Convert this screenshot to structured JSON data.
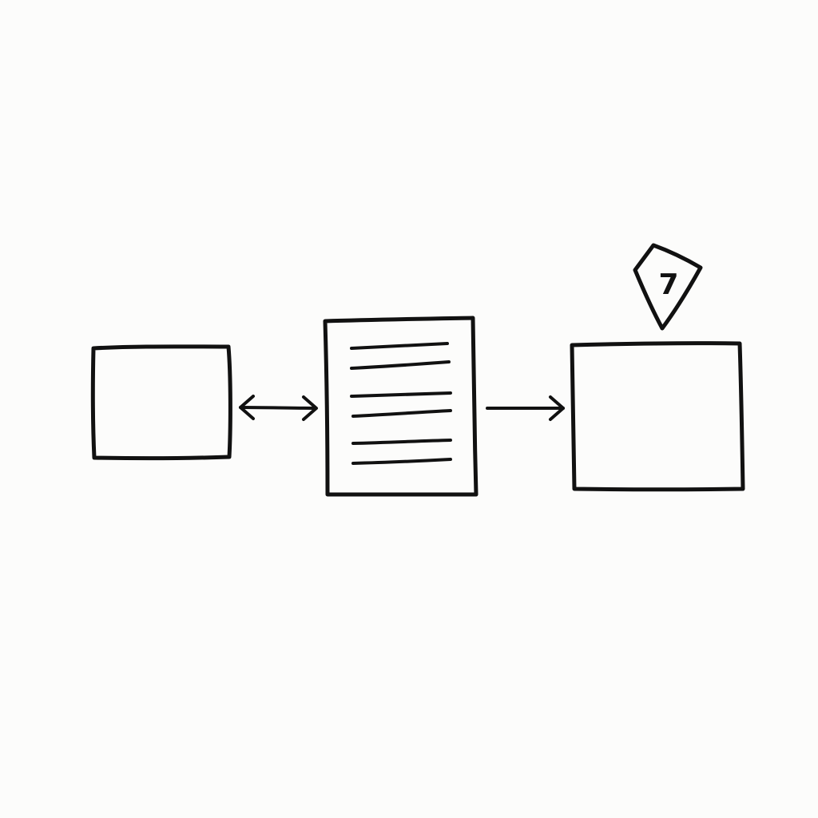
{
  "diagram": {
    "nodes": [
      {
        "id": "left-box",
        "kind": "empty-box"
      },
      {
        "id": "document",
        "kind": "document-with-lines",
        "line_count": 6
      },
      {
        "id": "right-box",
        "kind": "empty-box"
      }
    ],
    "edges": [
      {
        "from": "left-box",
        "to": "document",
        "direction": "bidirectional"
      },
      {
        "from": "document",
        "to": "right-box",
        "direction": "forward"
      }
    ],
    "marker": {
      "attached_to": "right-box",
      "icon": "map-pin-icon",
      "text": "7"
    },
    "colors": {
      "background": "#fcfcfb",
      "stroke": "#111111"
    }
  }
}
